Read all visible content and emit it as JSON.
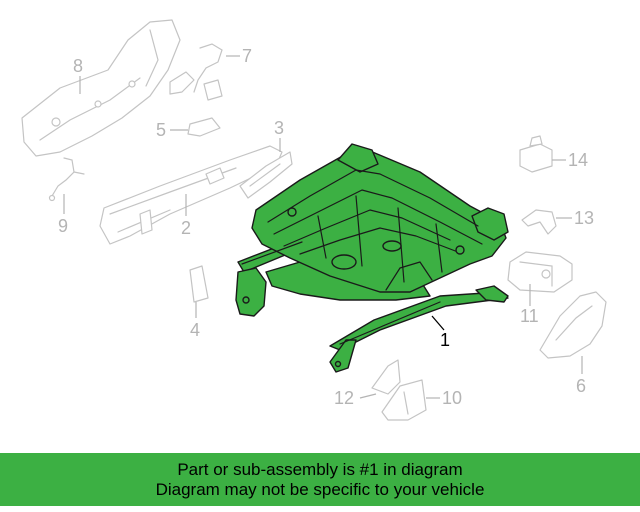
{
  "diagram": {
    "highlighted_part": "1",
    "highlight_color": "#3cb043",
    "callouts": {
      "c1": "1",
      "c2": "2",
      "c3": "3",
      "c4": "4",
      "c5": "5",
      "c6": "6",
      "c7": "7",
      "c8": "8",
      "c9": "9",
      "c10": "10",
      "c11": "11",
      "c12": "12",
      "c13": "13",
      "c14": "14"
    }
  },
  "banner": {
    "line1": "Part or sub-assembly is #1 in diagram",
    "line2": "Diagram may not be specific to your vehicle",
    "background": "#3cb043"
  }
}
